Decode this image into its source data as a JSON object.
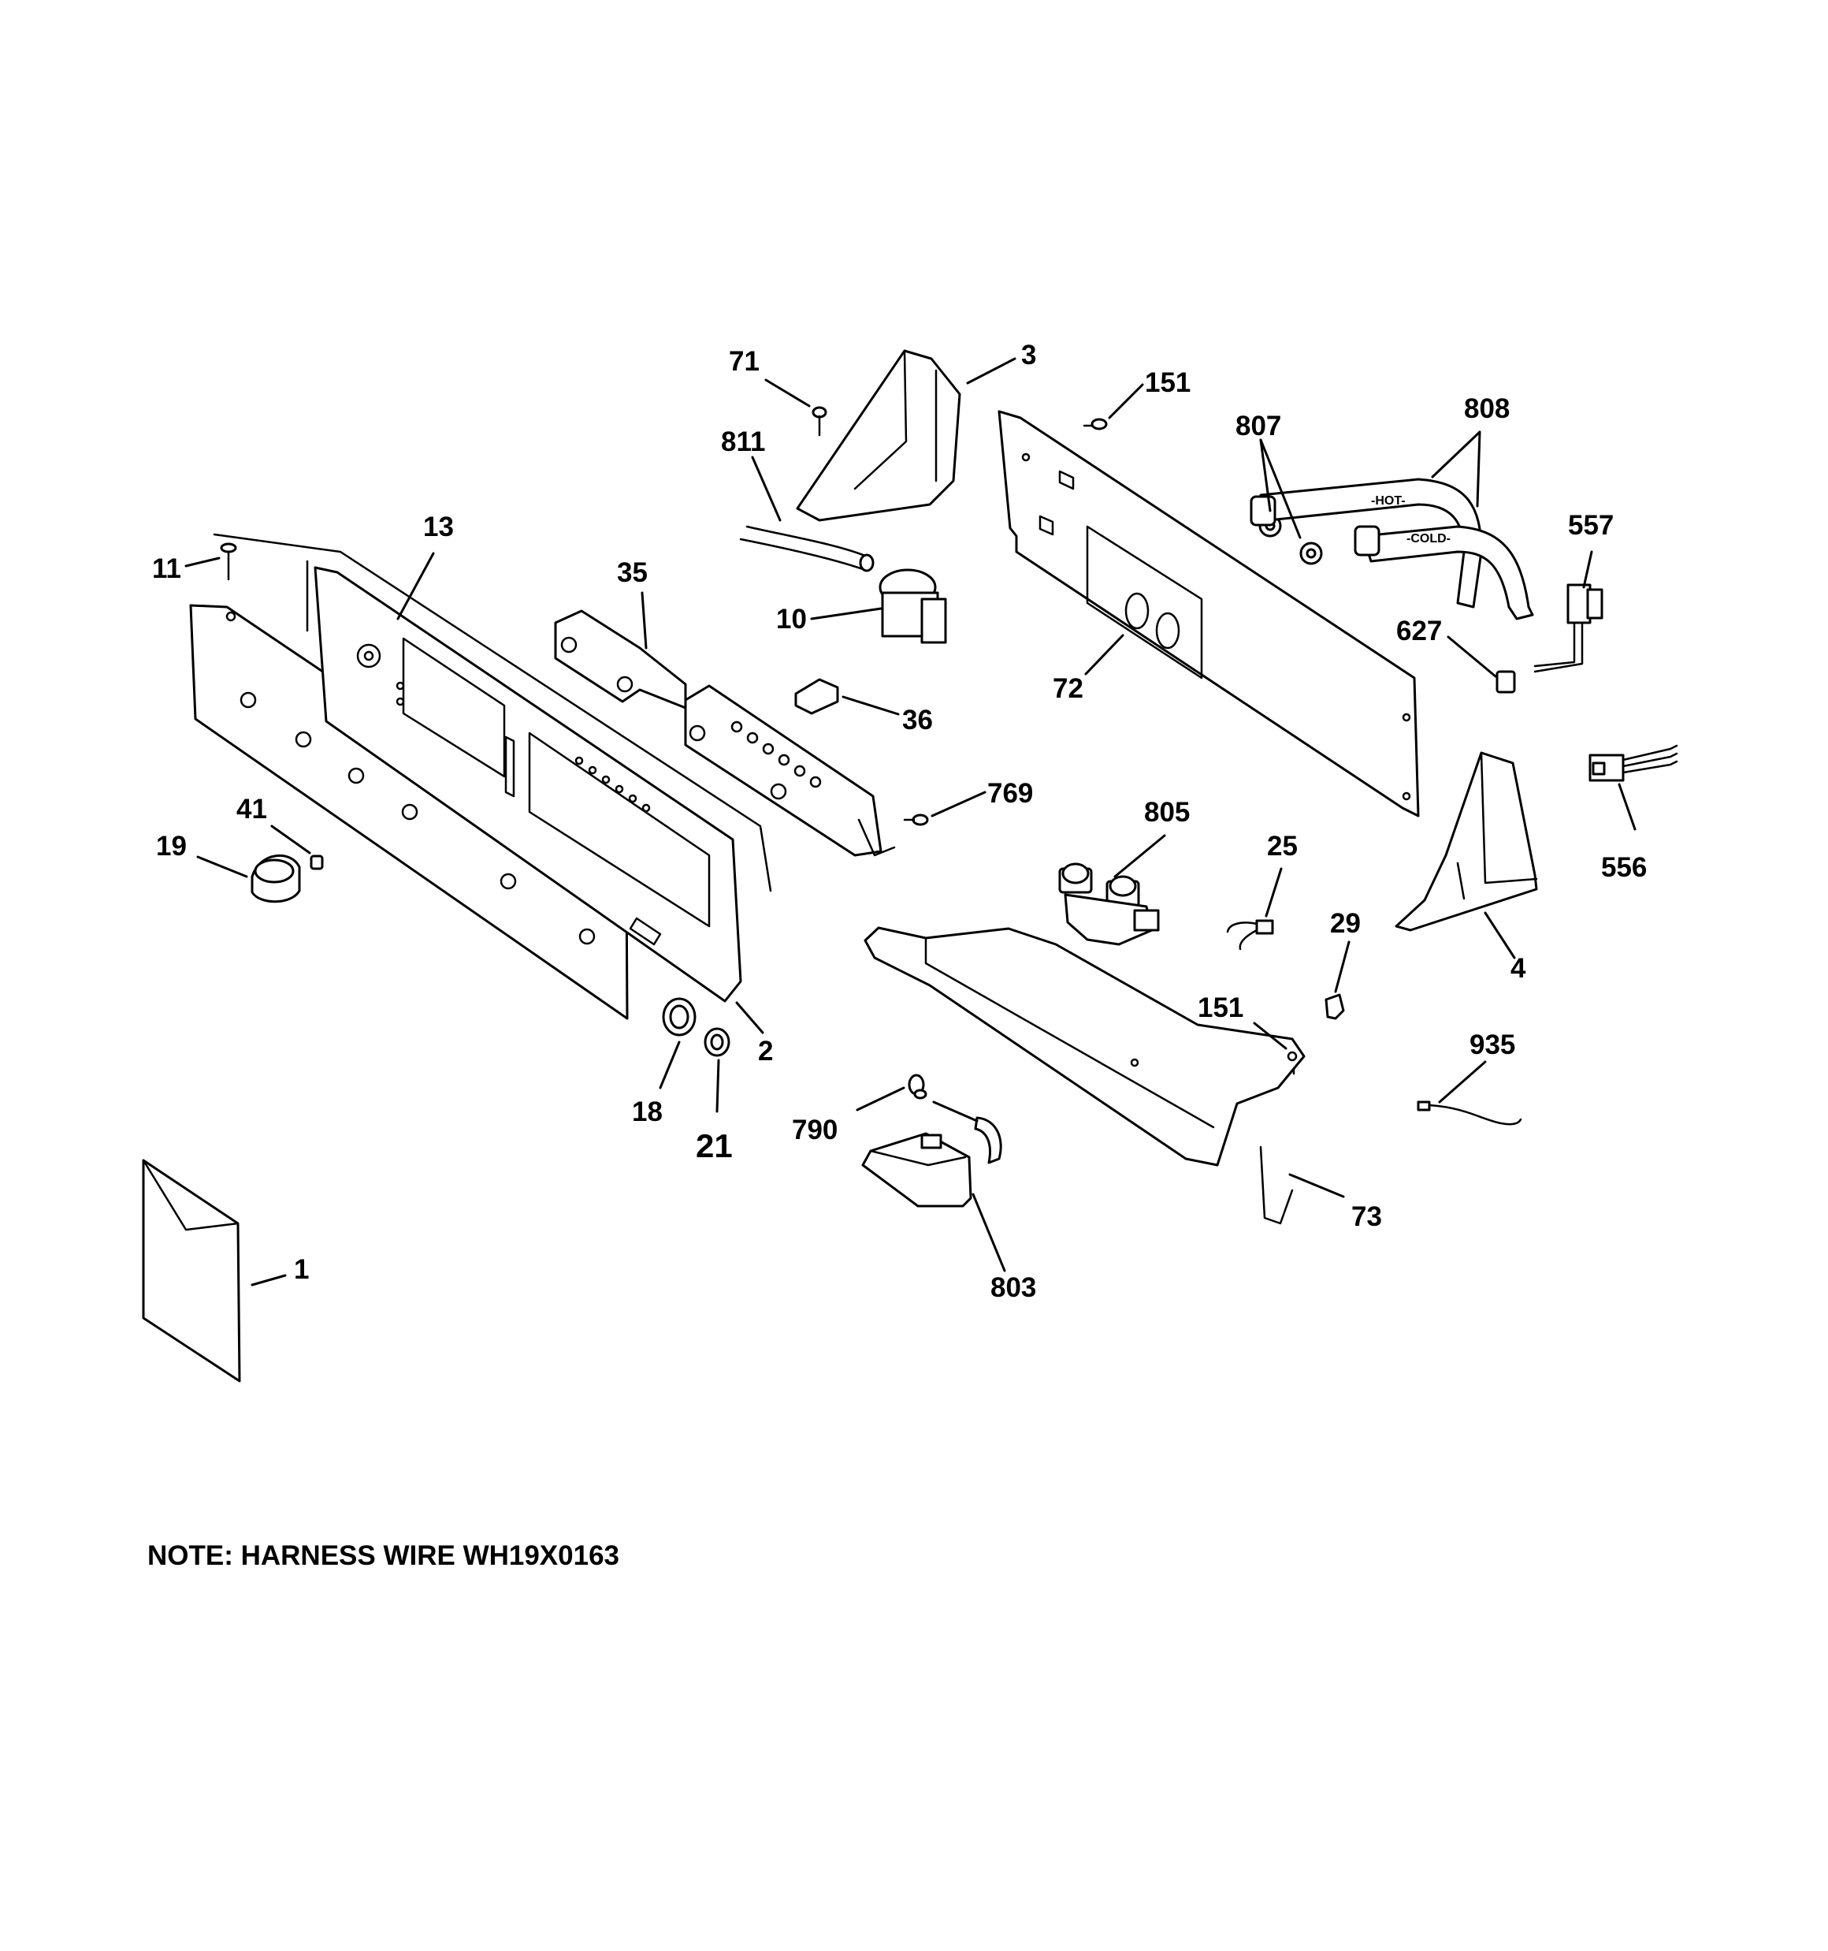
{
  "labels": {
    "p71": "71",
    "p3": "3",
    "p151a": "151",
    "p807": "807",
    "p808": "808",
    "p811": "811",
    "p13": "13",
    "p11": "11",
    "p35": "35",
    "p10": "10",
    "p557": "557",
    "p627": "627",
    "p72": "72",
    "p36": "36",
    "p769": "769",
    "p41": "41",
    "p19": "19",
    "p805": "805",
    "p25": "25",
    "p556": "556",
    "p29": "29",
    "p4": "4",
    "p151b": "151",
    "p935": "935",
    "p2": "2",
    "p18": "18",
    "p21": "21",
    "p790": "790",
    "p73": "73",
    "p803": "803",
    "p1": "1"
  },
  "hose_text": {
    "hot": "-HOT-",
    "cold": "-COLD-"
  },
  "note": "NOTE: HARNESS WIRE WH19X0163"
}
